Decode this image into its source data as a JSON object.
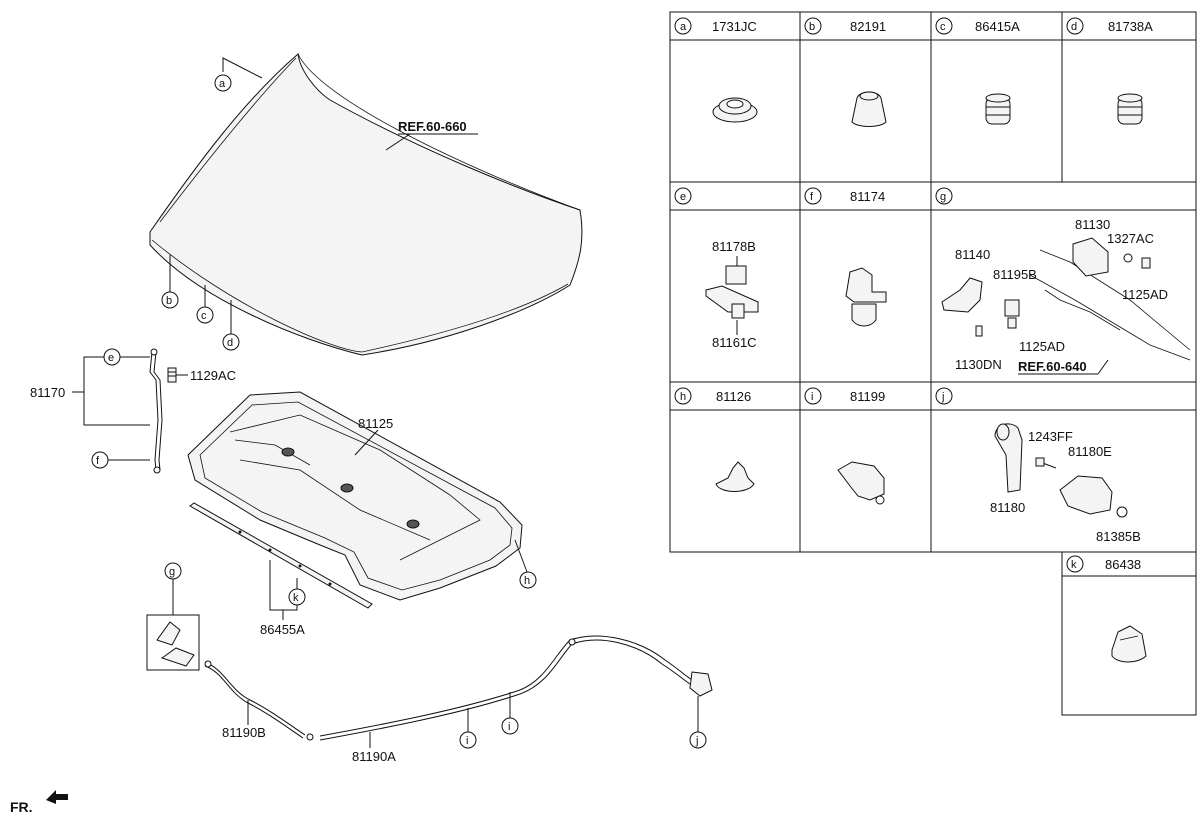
{
  "main_diagram": {
    "hood_ref": "REF.60-660",
    "labels": {
      "81125": "81125",
      "81170": "81170",
      "1129AC": "1129AC",
      "86455A": "86455A",
      "81190B": "81190B",
      "81190A": "81190A"
    },
    "callouts": [
      "a",
      "b",
      "c",
      "d",
      "e",
      "f",
      "g",
      "h",
      "i",
      "i",
      "j",
      "k"
    ],
    "front_label": "FR."
  },
  "parts_table": {
    "row1": [
      {
        "letter": "a",
        "part": "1731JC"
      },
      {
        "letter": "b",
        "part": "82191"
      },
      {
        "letter": "c",
        "part": "86415A"
      },
      {
        "letter": "d",
        "part": "81738A"
      }
    ],
    "row2": [
      {
        "letter": "e",
        "part": "",
        "sub": [
          "81178B",
          "81161C"
        ]
      },
      {
        "letter": "f",
        "part": "81174"
      },
      {
        "letter": "g",
        "part": "",
        "sub": [
          "81130",
          "1327AC",
          "81140",
          "81195B",
          "1125AD",
          "1125AD",
          "1130DN"
        ],
        "ref": "REF.60-640"
      }
    ],
    "row3": [
      {
        "letter": "h",
        "part": "81126"
      },
      {
        "letter": "i",
        "part": "81199"
      },
      {
        "letter": "j",
        "part": "",
        "sub": [
          "1243FF",
          "81180E",
          "81180",
          "81385B"
        ]
      }
    ],
    "row4": [
      {
        "letter": "k",
        "part": "86438"
      }
    ]
  }
}
